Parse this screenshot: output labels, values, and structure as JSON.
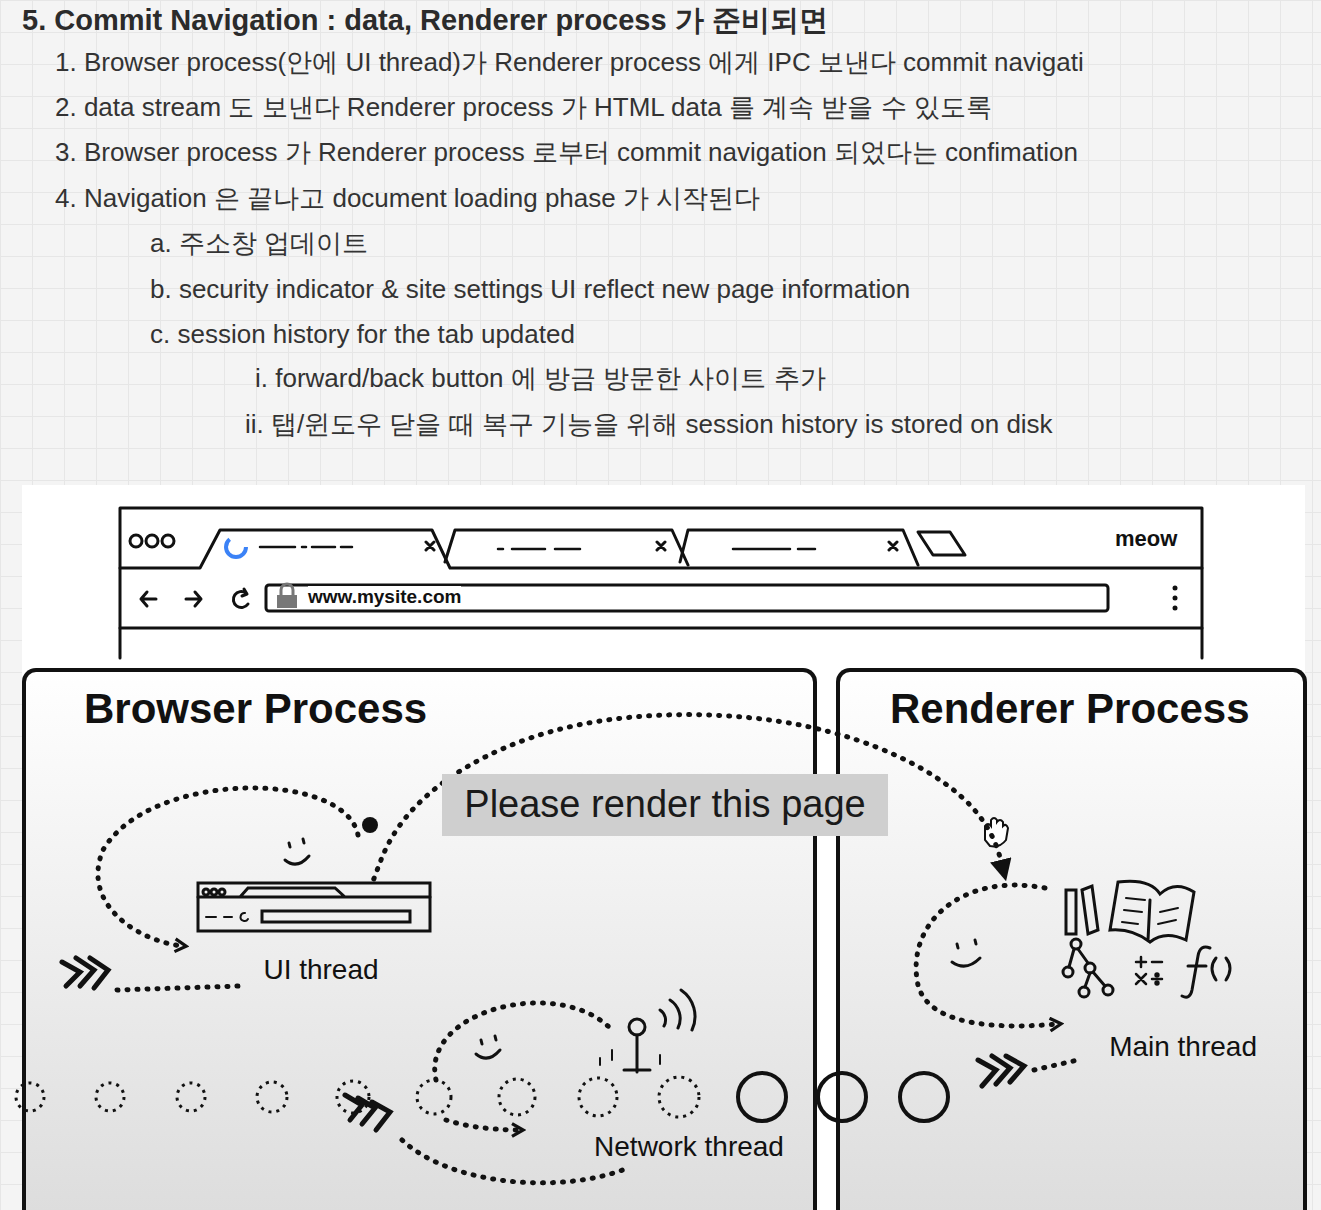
{
  "diagram": {
    "title": "5. Commit Navigation : data, Renderer process 가 준비되면",
    "nodes": [
      {
        "text": [
          "Browser Process"
        ]
      },
      {
        "text": [
          "UI thread"
        ],
        "in": 0
      },
      {
        "text": [
          "Network thread"
        ],
        "in": 0
      },
      {
        "text": [
          "Renderer Process"
        ]
      },
      {
        "text": [
          "Main thread"
        ],
        "in": 3
      }
    ],
    "edges": [
      {
        "from": 1,
        "to": 4,
        "arrow": "to",
        "label": "Please render this page"
      }
    ],
    "labels": [
      "1. Browser process(안에 UI thread)가 Renderer process 에게 IPC 보낸다 commit navigati",
      "2. data stream 도 보낸다 Renderer process 가 HTML data 를 계속 받을 수 있도록",
      "3. Browser process 가 Renderer process 로부터 commit navigation 되었다는 confimation",
      "4. Navigation 은 끝나고 document loading phase 가 시작된다",
      "a. 주소창 업데이트",
      "b. security indicator & site settings UI reflect new page information",
      "c. session history for the tab updated",
      "i. forward/back button 에 방금 방문한 사이트 추가",
      "ii. 탭/윈도우 닫을 때 복구 기능을 위해 session history is stored on disk",
      "www.mysite.com",
      "meow"
    ]
  }
}
